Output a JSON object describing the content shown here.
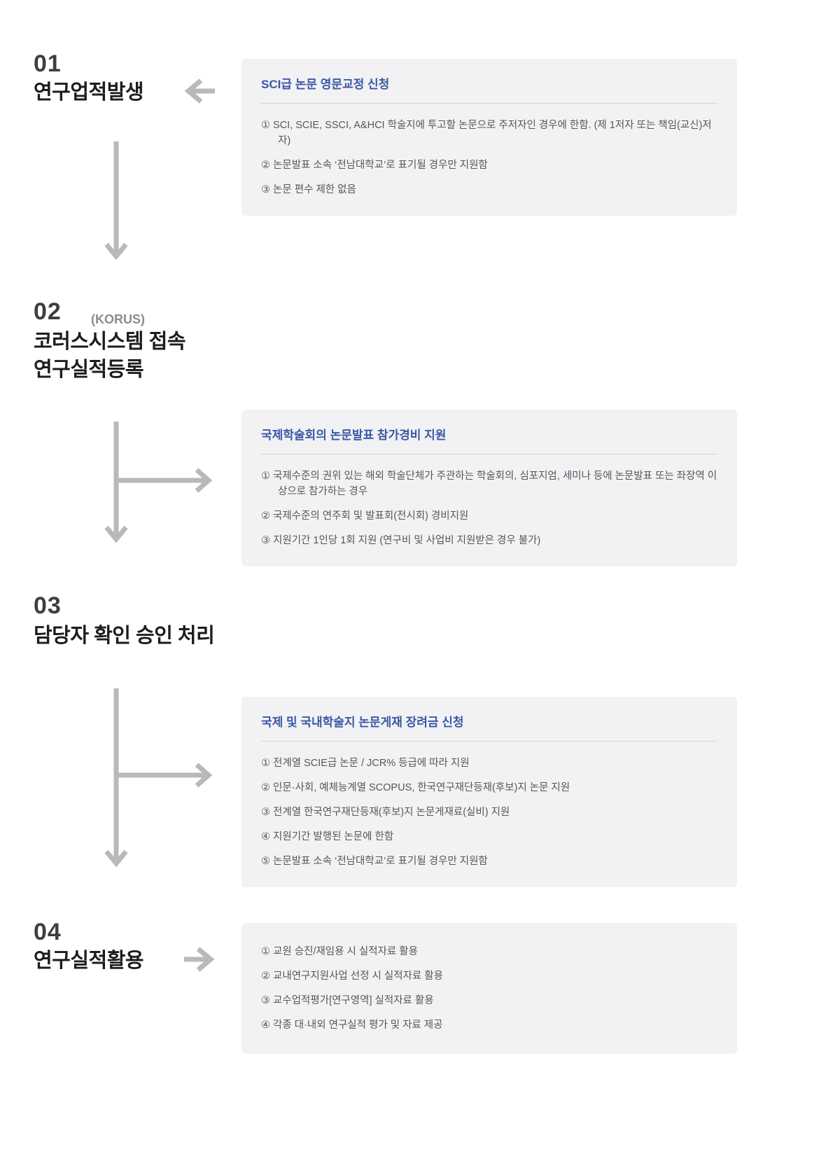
{
  "colors": {
    "box_background": "#f2f2f4",
    "accent_blue": "#3a57a7",
    "arrow_gray": "#b9b9b9",
    "number_gray": "#3e3e40",
    "title_black": "#1d1d1f",
    "body_gray": "#57575a",
    "divider_gray": "#d4d4d6"
  },
  "icons": {
    "step1_arrow": "arrow-left",
    "step1_to_step2": "arrow-down",
    "step2_branch": "arrow-down-branch-right",
    "step3_branch": "arrow-down-branch-right",
    "step4_arrow": "arrow-right"
  },
  "steps": [
    {
      "number": "01",
      "title_lines": [
        "연구업적발생"
      ],
      "box": {
        "title": "SCI급 논문 영문교정 신청",
        "items": [
          "① SCI, SCIE, SSCI, A&HCI 학술지에 투고할 논문으로 주저자인 경우에 한함. (제 1저자 또는 책임(교신)저자)",
          "② 논문발표 소속 ‘전남대학교’로 표기될 경우만 지원함",
          "③ 논문 편수 제한 없음"
        ]
      }
    },
    {
      "number": "02",
      "sublabel": "(KORUS)",
      "title_lines": [
        "코러스시스템 접속",
        "연구실적등록"
      ],
      "box": {
        "title": "국제학술회의 논문발표 참가경비 지원",
        "items": [
          "① 국제수준의 권위 있는 해외 학술단체가 주관하는 학술회의, 심포지엄, 세미나 등에 논문발표 또는 좌장역 이상으로 참가하는 경우",
          "② 국제수준의 연주회 및 발표회(전시회) 경비지원",
          "③ 지원기간 1인당 1회 지원 (연구비 및 사업비 지원받은 경우 불가)"
        ]
      }
    },
    {
      "number": "03",
      "title_lines": [
        "담당자 확인 승인 처리"
      ],
      "box": {
        "title": "국제 및 국내학술지 논문게재 장려금 신청",
        "items": [
          "① 전계열 SCIE급 논문 /  JCR% 등급에 따라 지원",
          "② 인문·사회, 예체능계열 SCOPUS, 한국연구재단등재(후보)지 논문 지원",
          "③ 전계열 한국연구재단등재(후보)지 논문게재료(실비) 지원",
          "④ 지원기간 발행된 논문에 한함",
          "⑤ 논문발표 소속 ‘전남대학교’로 표기될 경우만 지원함"
        ]
      }
    },
    {
      "number": "04",
      "title_lines": [
        "연구실적활용"
      ],
      "box": {
        "items": [
          "① 교원 승진/재임용 시 실적자료 활용",
          "② 교내연구지원사업 선정 시 실적자료 활용",
          "③ 교수업적평가[연구영역] 실적자료 활용",
          "④ 각종 대·내외 연구실적 평가 및 자료 제공"
        ]
      }
    }
  ]
}
